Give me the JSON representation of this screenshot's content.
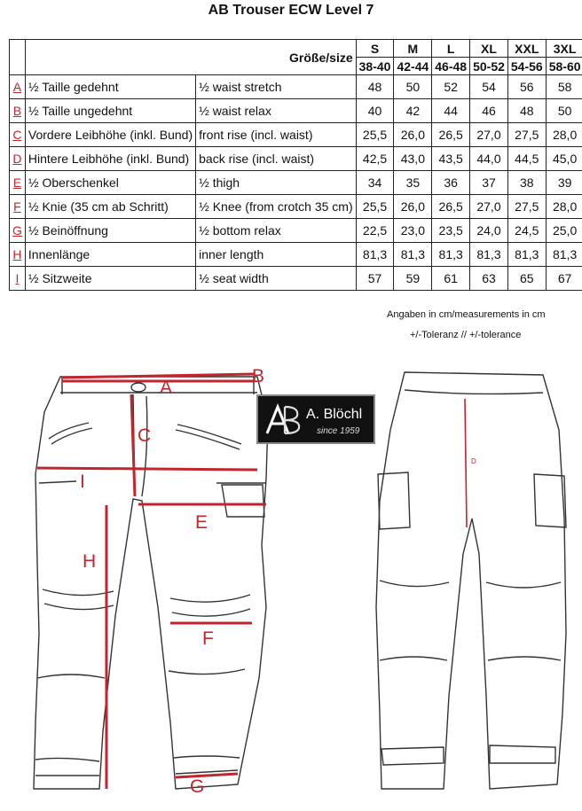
{
  "title": "AB Trouser ECW Level 7",
  "size_header_label": "Größe/size",
  "sizes": [
    {
      "name": "S",
      "range": "38-40"
    },
    {
      "name": "M",
      "range": "42-44"
    },
    {
      "name": "L",
      "range": "46-48"
    },
    {
      "name": "XL",
      "range": "50-52"
    },
    {
      "name": "XXL",
      "range": "54-56"
    },
    {
      "name": "3XL",
      "range": "58-60"
    }
  ],
  "rows": [
    {
      "letter": "A",
      "de": "½ Taille gedehnt",
      "en": "½ waist stretch",
      "values": [
        "48",
        "50",
        "52",
        "54",
        "56",
        "58"
      ]
    },
    {
      "letter": "B",
      "de": "½ Taille ungedehnt",
      "en": "½ waist relax",
      "values": [
        "40",
        "42",
        "44",
        "46",
        "48",
        "50"
      ]
    },
    {
      "letter": "C",
      "de": "Vordere Leibhöhe (inkl. Bund)",
      "en": "front rise (incl. waist)",
      "values": [
        "25,5",
        "26,0",
        "26,5",
        "27,0",
        "27,5",
        "28,0"
      ]
    },
    {
      "letter": "D",
      "de": "Hintere Leibhöhe (inkl. Bund)",
      "en": "back rise (incl. waist)",
      "values": [
        "42,5",
        "43,0",
        "43,5",
        "44,0",
        "44,5",
        "45,0"
      ]
    },
    {
      "letter": "E",
      "de": "½ Oberschenkel",
      "en": "½ thigh",
      "values": [
        "34",
        "35",
        "36",
        "37",
        "38",
        "39"
      ]
    },
    {
      "letter": "F",
      "de": "½ Knie (35 cm ab Schritt)",
      "en": "½ Knee (from crotch 35 cm)",
      "values": [
        "25,5",
        "26,0",
        "26,5",
        "27,0",
        "27,5",
        "28,0"
      ]
    },
    {
      "letter": "G",
      "de": "½ Beinöffnung",
      "en": "½ bottom relax",
      "values": [
        "22,5",
        "23,0",
        "23,5",
        "24,0",
        "24,5",
        "25,0"
      ]
    },
    {
      "letter": "H",
      "de": "Innenlänge",
      "en": "inner length",
      "values": [
        "81,3",
        "81,3",
        "81,3",
        "81,3",
        "81,3",
        "81,3"
      ]
    },
    {
      "letter": "I",
      "de": "½ Sitzweite",
      "en": "½ seat width",
      "values": [
        "57",
        "59",
        "61",
        "63",
        "65",
        "67"
      ]
    }
  ],
  "note_units": "Angaben in cm/measurements in cm",
  "note_tolerance": "+/-Toleranz // +/-tolerance",
  "logo": {
    "brand": "A. Blöchl",
    "since": "since 1959"
  },
  "diagram_labels": {
    "A": "A",
    "B": "B",
    "C": "C",
    "D": "D",
    "E": "E",
    "F": "F",
    "G": "G",
    "H": "H",
    "I": "I"
  },
  "colors": {
    "measure": "#c0262d",
    "logo_bg": "#111111"
  }
}
